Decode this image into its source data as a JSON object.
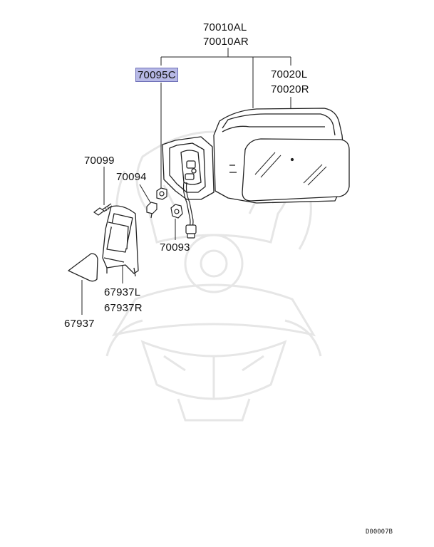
{
  "parts": {
    "mirror_assy_l": "70010AL",
    "mirror_assy_r": "70010AR",
    "mirror_glass_l": "70020L",
    "mirror_glass_r": "70020R",
    "highlighted_part": "70095C",
    "screw": "70099",
    "clip": "70094",
    "nut": "70093",
    "inner_cover_l": "67937L",
    "inner_cover_r": "67937R",
    "corner_cover": "67937"
  },
  "diagram_code": "D00007B",
  "colors": {
    "highlight_fill": "#b7b9e6",
    "highlight_border": "#6e70b8",
    "line": "#222222",
    "watermark": "#e9e9e9"
  }
}
